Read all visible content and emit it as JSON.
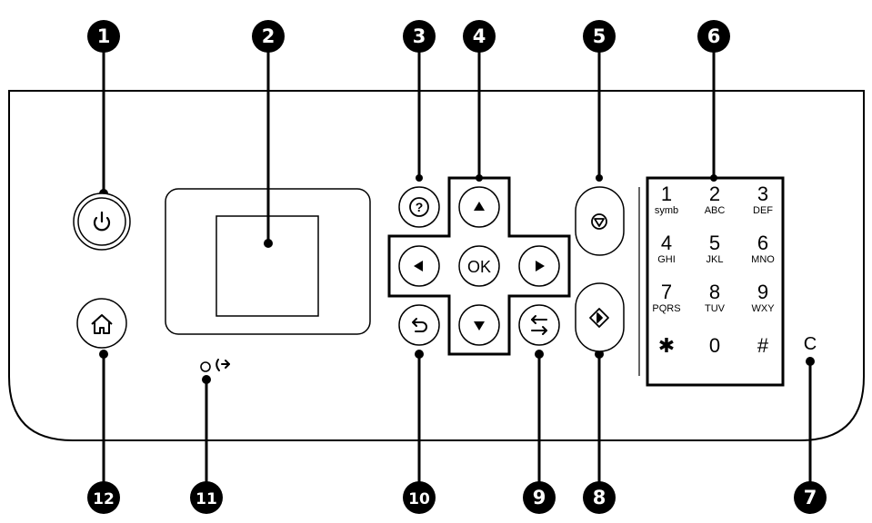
{
  "callouts": [
    "1",
    "2",
    "3",
    "4",
    "5",
    "6",
    "7",
    "8",
    "9",
    "10",
    "11",
    "12"
  ],
  "buttons": {
    "power": "power-icon",
    "home": "home-icon",
    "help": "?",
    "up": "▲",
    "down": "▼",
    "left": "◀",
    "right": "▶",
    "ok": "OK",
    "back": "back-arrow-icon",
    "switch": "switch-arrows-icon",
    "stop": "stop-icon",
    "start": "start-icon"
  },
  "keypad": [
    {
      "main": "1",
      "sub": "symb"
    },
    {
      "main": "2",
      "sub": "ABC"
    },
    {
      "main": "3",
      "sub": "DEF"
    },
    {
      "main": "4",
      "sub": "GHI"
    },
    {
      "main": "5",
      "sub": "JKL"
    },
    {
      "main": "6",
      "sub": "MNO"
    },
    {
      "main": "7",
      "sub": "PQRS"
    },
    {
      "main": "8",
      "sub": "TUV"
    },
    {
      "main": "9",
      "sub": "WXY"
    },
    {
      "main": "✱",
      "sub": ""
    },
    {
      "main": "0",
      "sub": ""
    },
    {
      "main": "#",
      "sub": ""
    }
  ],
  "clear_label": "C"
}
